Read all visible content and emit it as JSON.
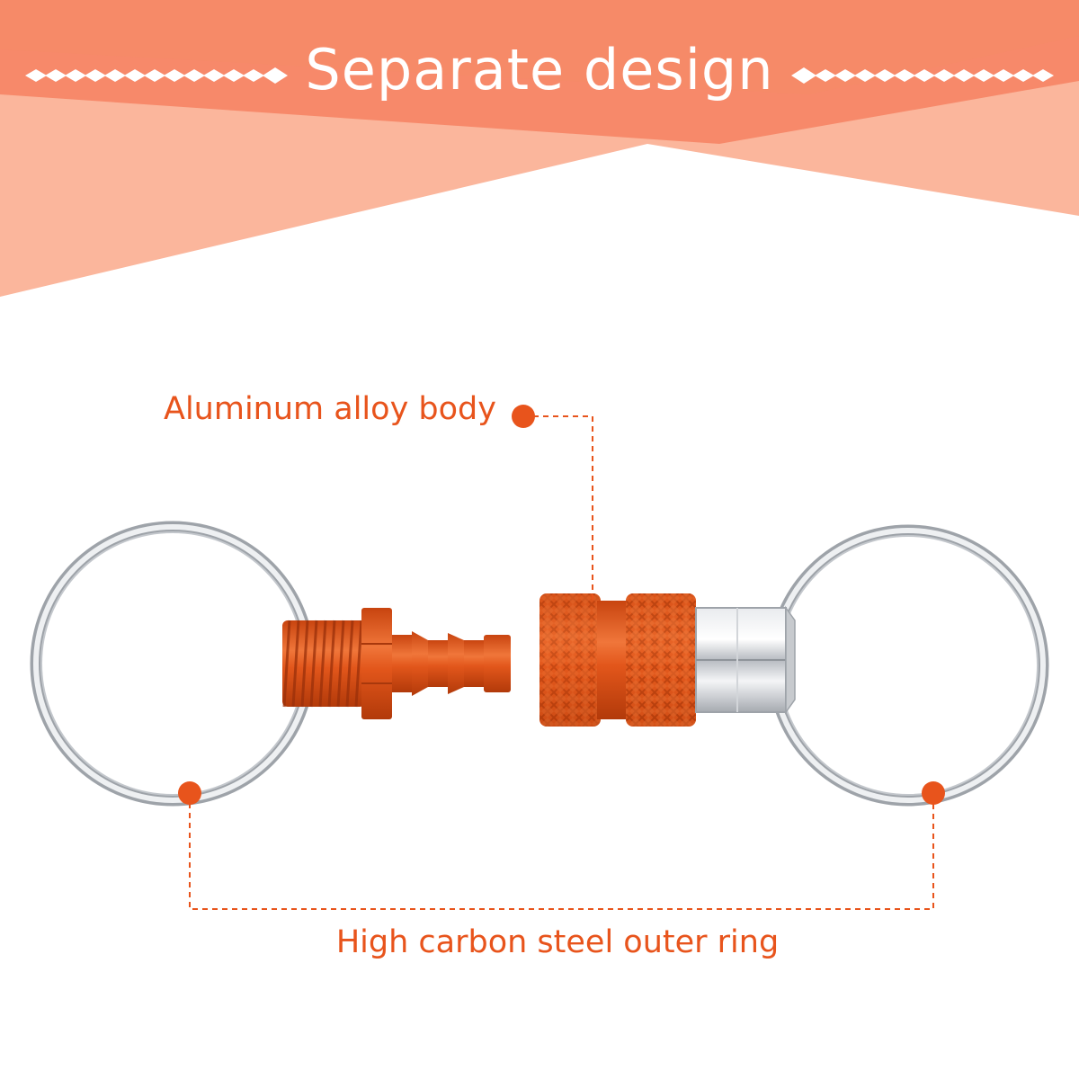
{
  "header": {
    "title": "Separate design"
  },
  "callouts": {
    "body_label": "Aluminum alloy body",
    "ring_label": "High carbon steel outer ring"
  },
  "colors": {
    "accent": "#e8541c",
    "banner_light": "#fbb69c",
    "banner_mid": "#f7896a",
    "metal_orange": "#e2571b",
    "steel": "#c9ccd0"
  },
  "icons": [
    "diamond-chain-left",
    "diamond-chain-right",
    "callout-dot"
  ]
}
